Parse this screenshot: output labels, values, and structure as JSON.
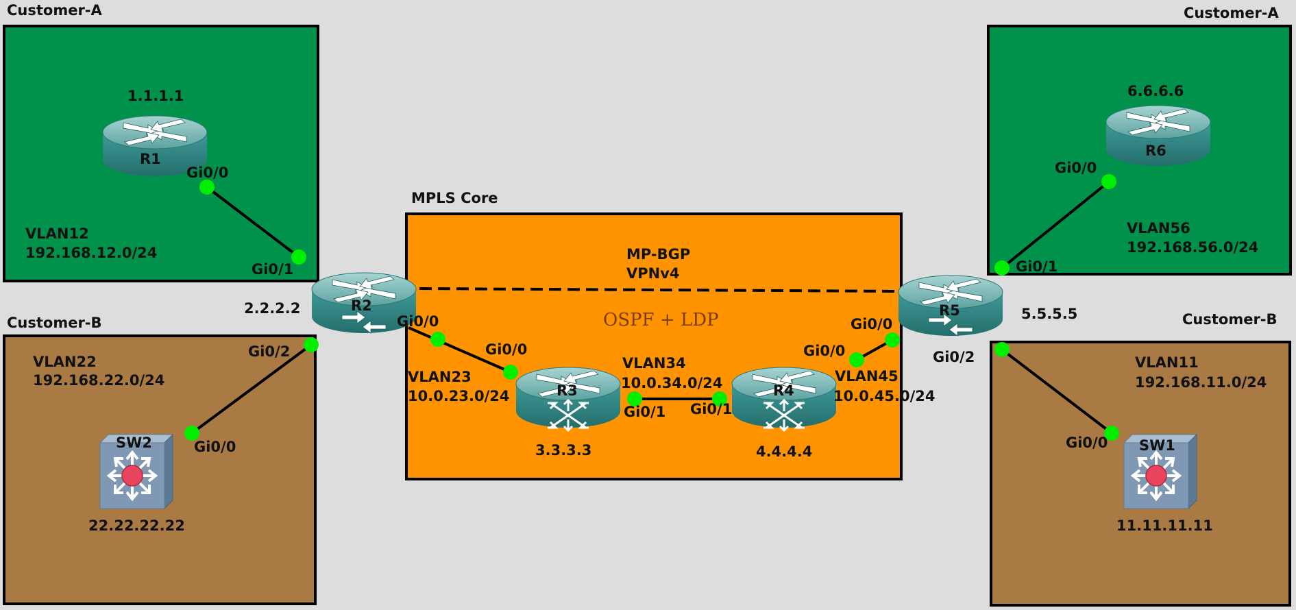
{
  "colors": {
    "background": "#dddddd",
    "customer_a_zone": "#00914b",
    "customer_b_zone": "#a97a44",
    "mpls_core_zone": "#ff9300",
    "link": "#000000",
    "interface_dot": "#00ee00",
    "router_body": "#2f8a88",
    "router_top": "#73b6b4",
    "switch_body": "#7d96b0",
    "switch_center": "#e8445e"
  },
  "zones": {
    "ca_left_title": "Customer-A",
    "ca_right_title": "Customer-A",
    "cb_left_title": "Customer-B",
    "cb_right_title": "Customer-B",
    "mpls_title": "MPLS Core"
  },
  "core": {
    "mpbgp_line1": "MP-BGP",
    "mpbgp_line2": "VPNv4",
    "ospf_ldp": "OSPF + LDP"
  },
  "devices": {
    "r1": {
      "name": "R1",
      "ip": "1.1.1.1",
      "icon": "router-icon"
    },
    "r2": {
      "name": "R2",
      "ip": "2.2.2.2",
      "icon": "router-icon"
    },
    "r3": {
      "name": "R3",
      "ip": "3.3.3.3",
      "icon": "router-icon"
    },
    "r4": {
      "name": "R4",
      "ip": "4.4.4.4",
      "icon": "router-icon"
    },
    "r5": {
      "name": "R5",
      "ip": "5.5.5.5",
      "icon": "router-icon"
    },
    "r6": {
      "name": "R6",
      "ip": "6.6.6.6",
      "icon": "router-icon"
    },
    "sw1": {
      "name": "SW1",
      "ip": "11.11.11.11",
      "icon": "multilayer-switch-icon"
    },
    "sw2": {
      "name": "SW2",
      "ip": "22.22.22.22",
      "icon": "multilayer-switch-icon"
    }
  },
  "vlans": {
    "vlan12": {
      "name": "VLAN12",
      "subnet": "192.168.12.0/24"
    },
    "vlan22": {
      "name": "VLAN22",
      "subnet": "192.168.22.0/24"
    },
    "vlan23": {
      "name": "VLAN23",
      "subnet": "10.0.23.0/24"
    },
    "vlan34": {
      "name": "VLAN34",
      "subnet": "10.0.34.0/24"
    },
    "vlan45": {
      "name": "VLAN45",
      "subnet": "10.0.45.0/24"
    },
    "vlan56": {
      "name": "VLAN56",
      "subnet": "192.168.56.0/24"
    },
    "vlan11": {
      "name": "VLAN11",
      "subnet": "192.168.11.0/24"
    }
  },
  "interfaces": {
    "r1_gi00": "Gi0/0",
    "r2_gi01": "Gi0/1",
    "r2_gi02": "Gi0/2",
    "r2_gi00": "Gi0/0",
    "sw2_gi00": "Gi0/0",
    "r3_gi00": "Gi0/0",
    "r3_gi01": "Gi0/1",
    "r4_gi01": "Gi0/1",
    "r4_gi00": "Gi0/0",
    "r5_gi00": "Gi0/0",
    "r5_gi01": "Gi0/1",
    "r5_gi02": "Gi0/2",
    "r6_gi00": "Gi0/0",
    "sw1_gi00": "Gi0/0"
  }
}
